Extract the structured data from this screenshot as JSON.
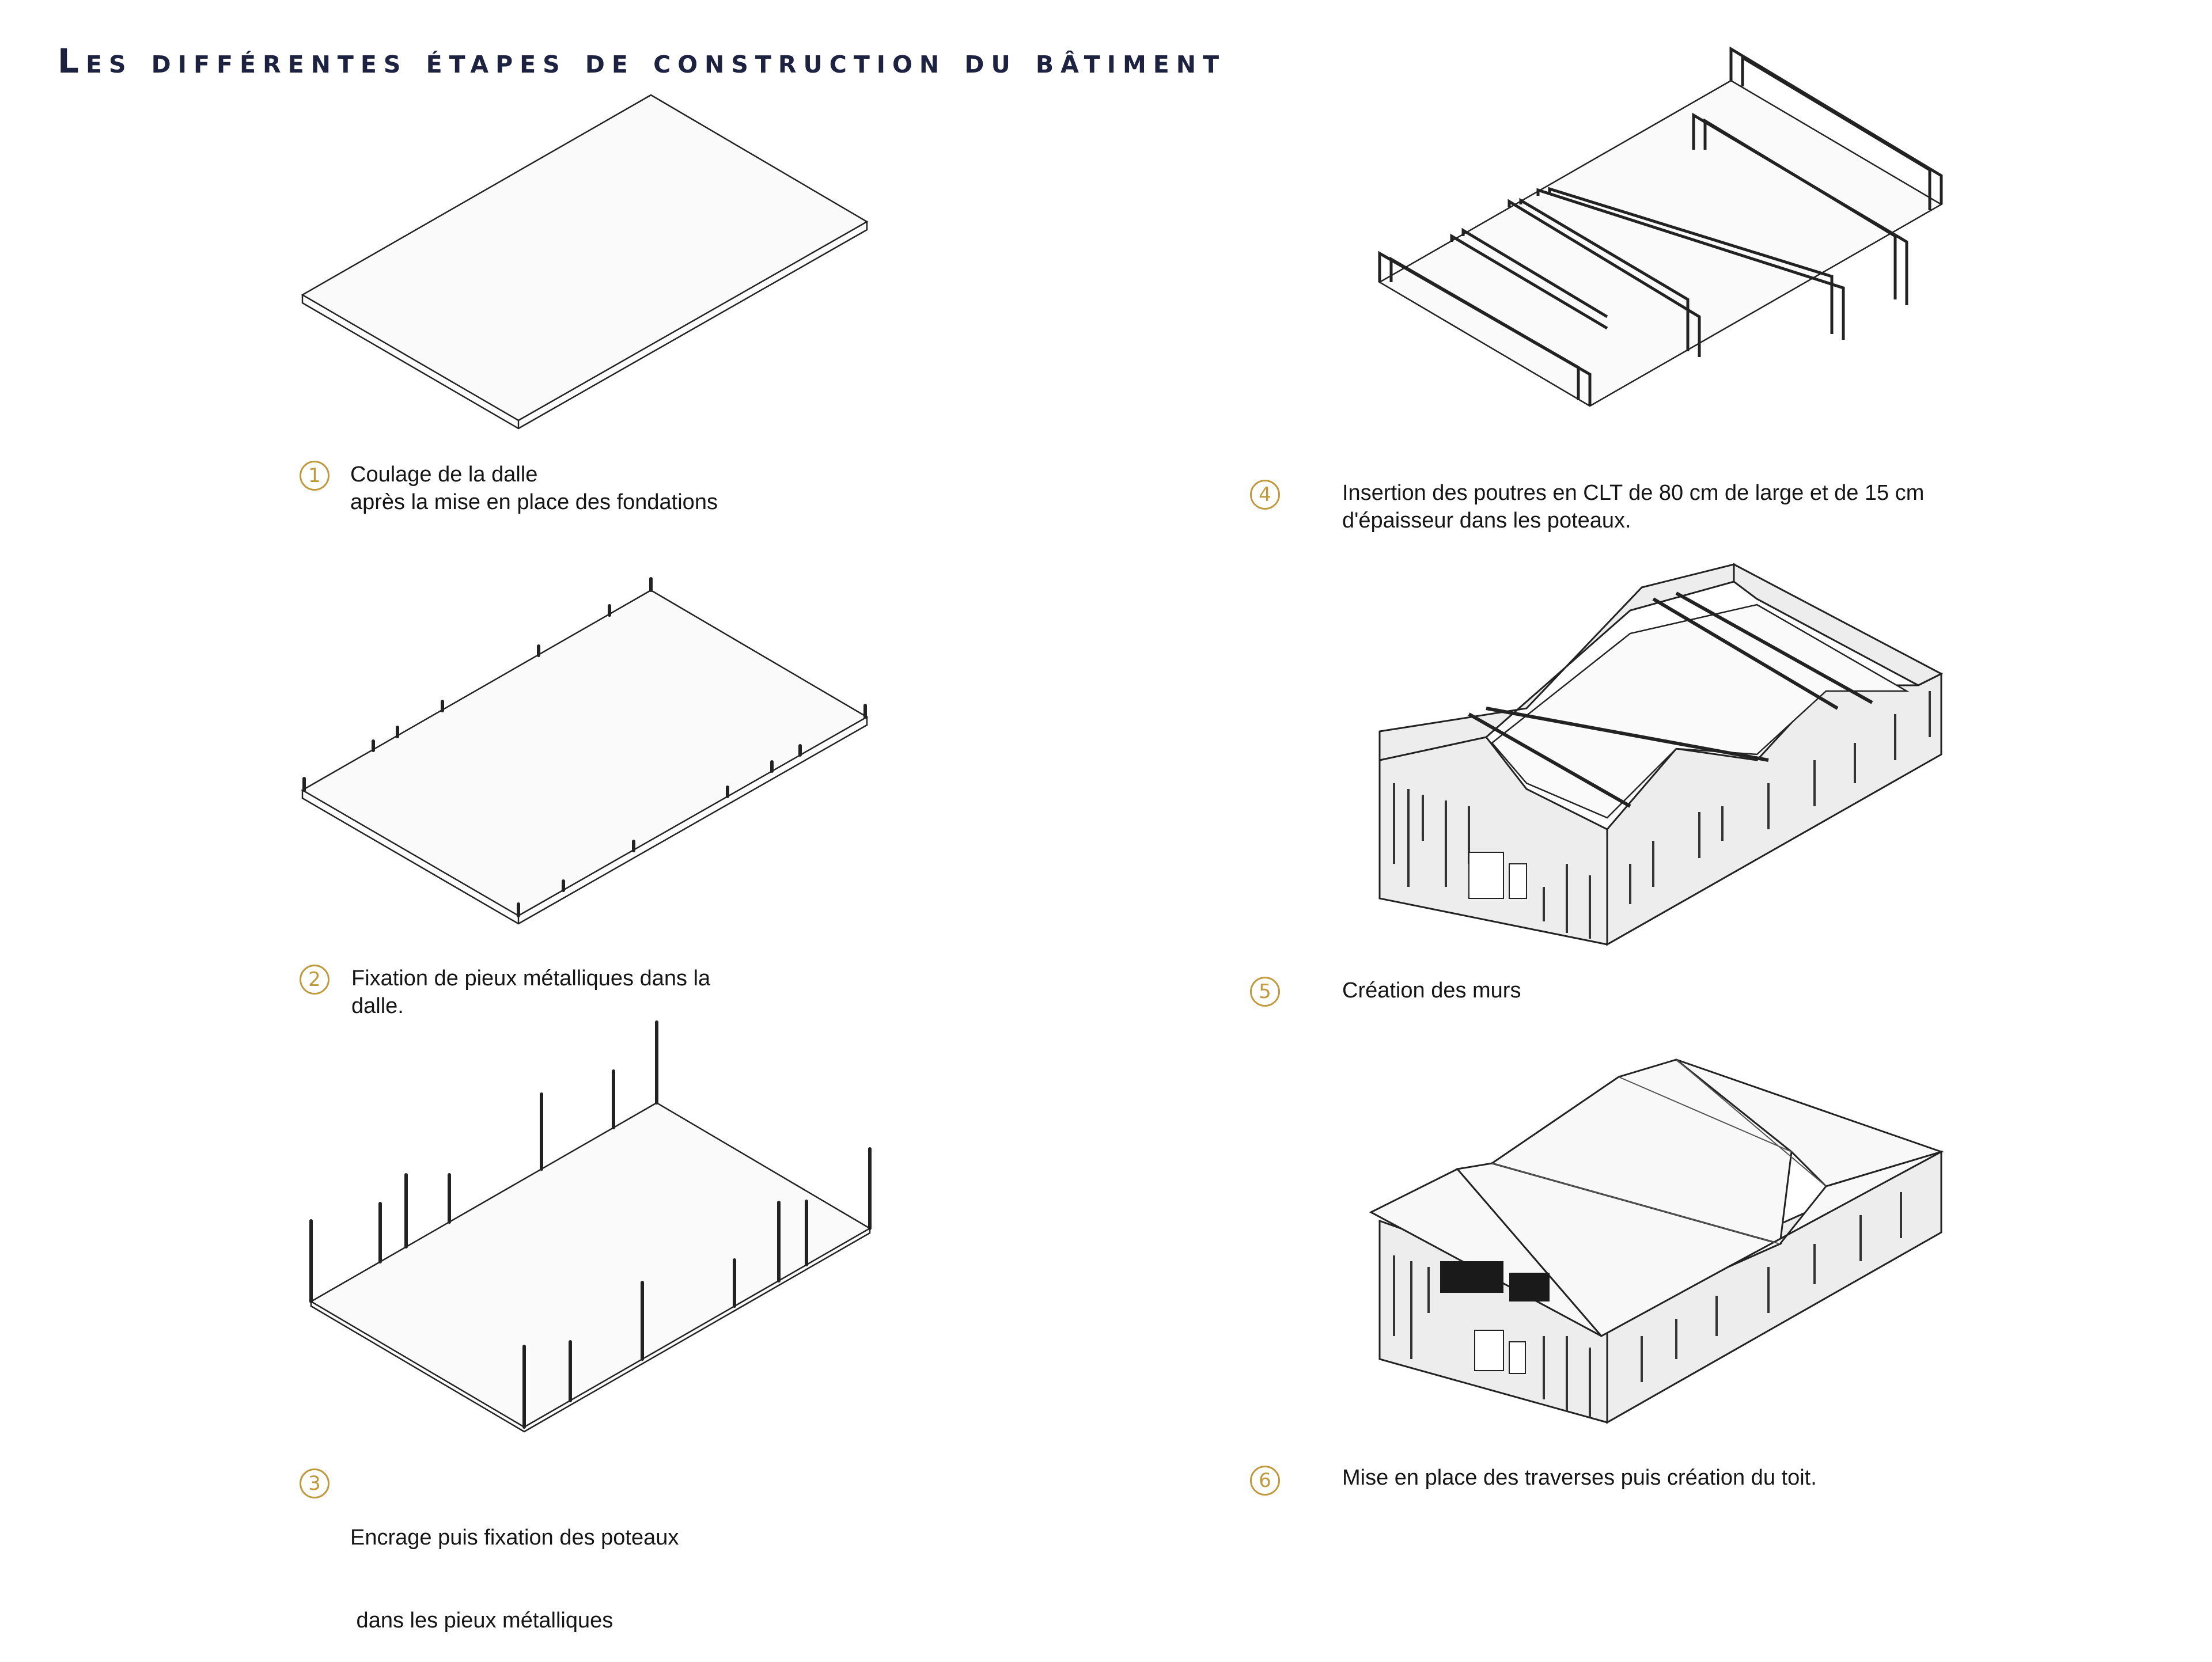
{
  "title": "Les différentes étapes de construction du bâtiment",
  "colors": {
    "title": "#1c2240",
    "step_number": "#c09a3a",
    "line": "#222222",
    "wall_fill": "#ededed"
  },
  "steps": [
    {
      "number": "1",
      "lines": [
        "Coulage de la dalle",
        "après la mise en place des fondations"
      ]
    },
    {
      "number": "2",
      "lines": [
        "Fixation de pieux métalliques dans la",
        "dalle."
      ]
    },
    {
      "number": "3",
      "lines": [
        "Encrage puis fixation des poteaux",
        " dans les pieux métalliques"
      ]
    },
    {
      "number": "4",
      "lines": [
        "Insertion des poutres en CLT de 80 cm de large et de 15 cm",
        "d'épaisseur dans les poteaux."
      ]
    },
    {
      "number": "5",
      "lines": [
        "Création des murs"
      ]
    },
    {
      "number": "6",
      "lines": [
        "Mise en place des traverses puis création du toit."
      ]
    }
  ]
}
